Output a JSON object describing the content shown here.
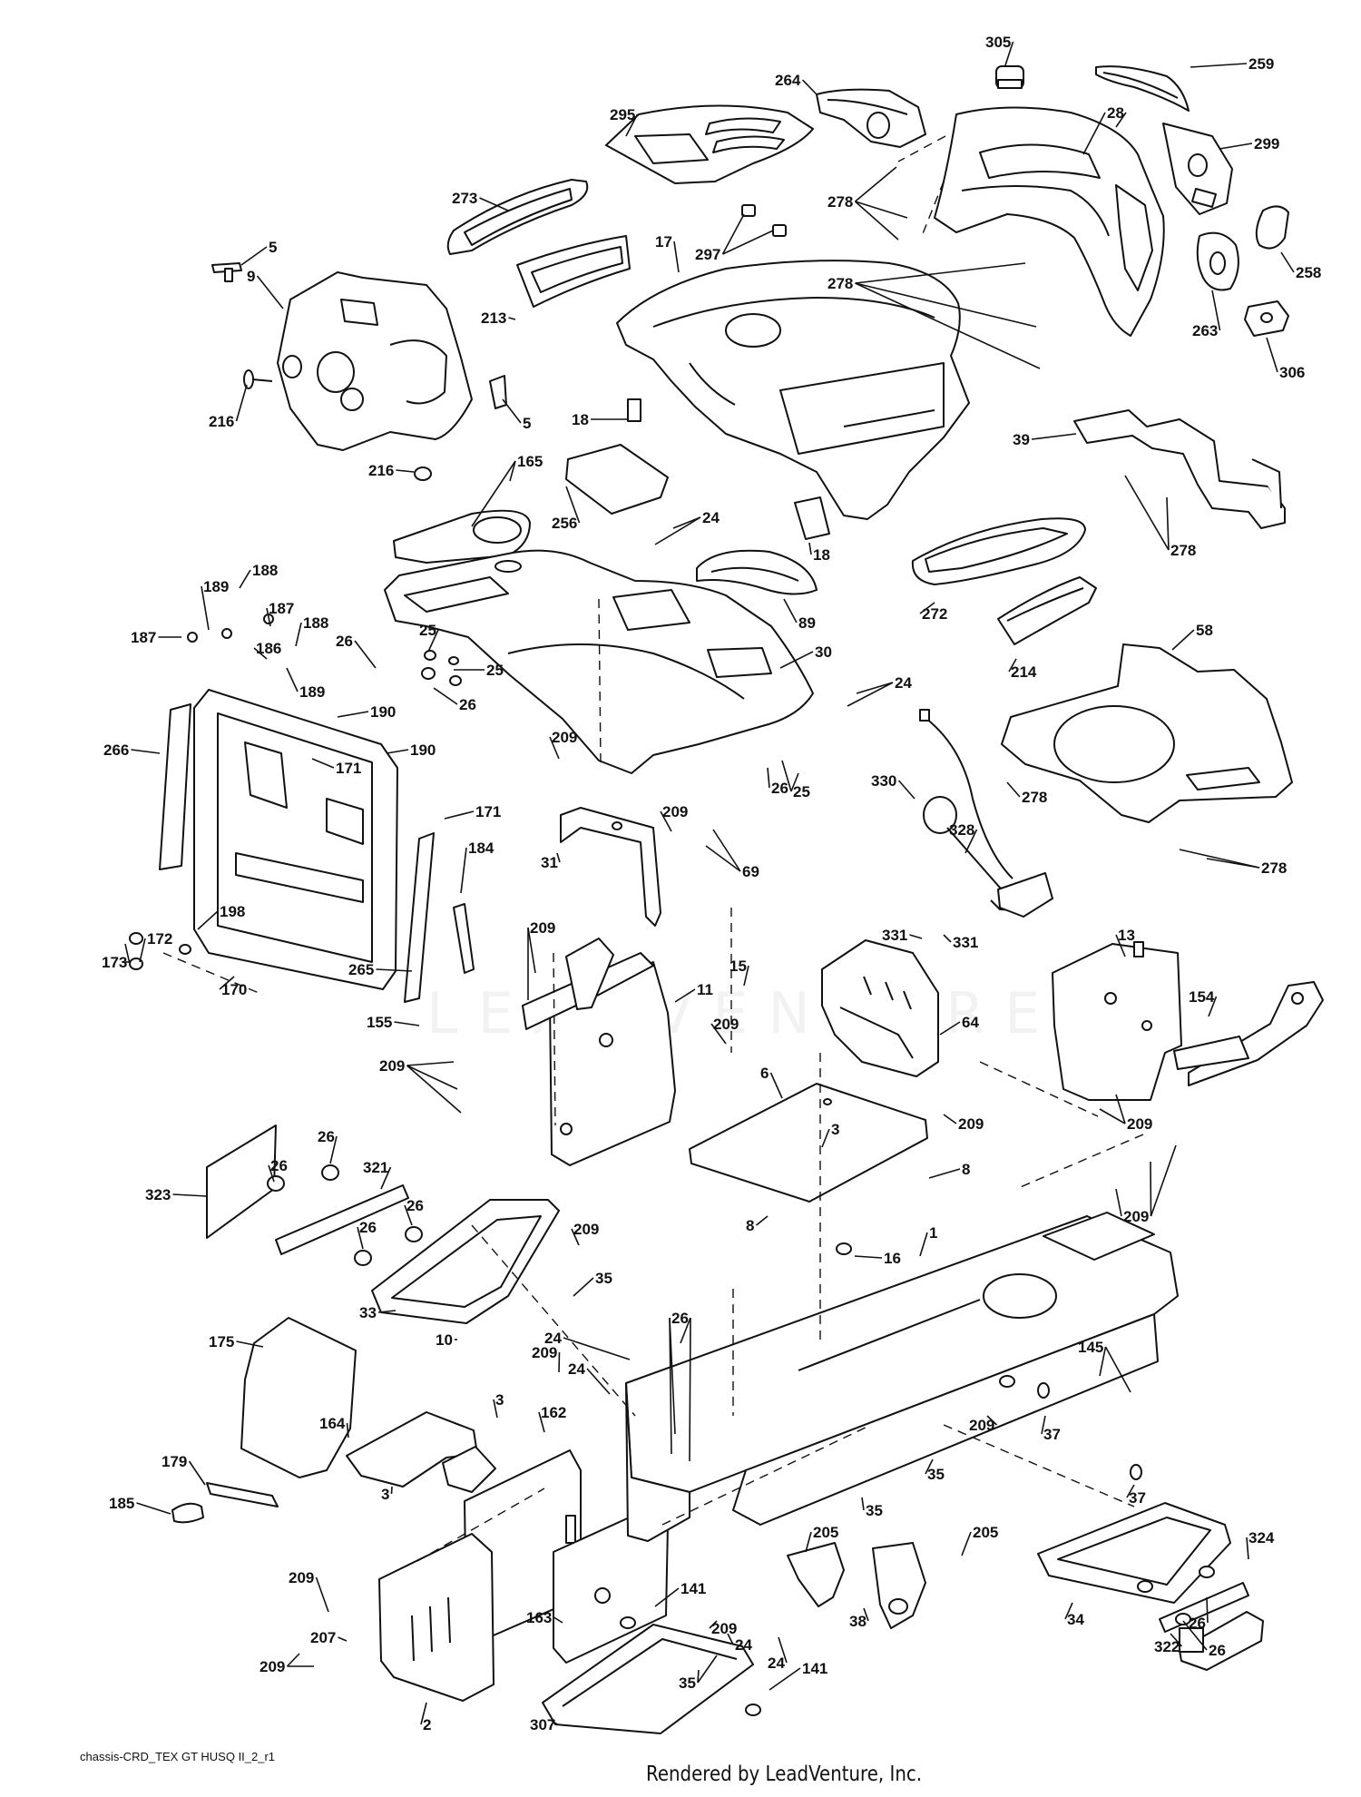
{
  "diagram": {
    "callouts": [
      "1",
      "2",
      "3",
      "5",
      "6",
      "8",
      "9",
      "10",
      "11",
      "13",
      "15",
      "16",
      "17",
      "18",
      "24",
      "25",
      "26",
      "28",
      "30",
      "31",
      "33",
      "34",
      "35",
      "37",
      "38",
      "39",
      "58",
      "64",
      "69",
      "89",
      "141",
      "145",
      "154",
      "155",
      "162",
      "163",
      "164",
      "165",
      "170",
      "171",
      "172",
      "173",
      "175",
      "179",
      "184",
      "185",
      "186",
      "187",
      "188",
      "189",
      "190",
      "198",
      "205",
      "207",
      "209",
      "213",
      "214",
      "216",
      "256",
      "258",
      "259",
      "263",
      "264",
      "265",
      "266",
      "272",
      "273",
      "278",
      "295",
      "297",
      "299",
      "305",
      "306",
      "307",
      "321",
      "322",
      "323",
      "324",
      "328",
      "330",
      "331"
    ]
  },
  "watermark": {
    "text": "LEADVENTURE"
  },
  "footer": {
    "code": "chassis-CRD_TEX GT HUSQ II_2_r1",
    "render_credit": "Rendered by LeadVenture, Inc."
  }
}
